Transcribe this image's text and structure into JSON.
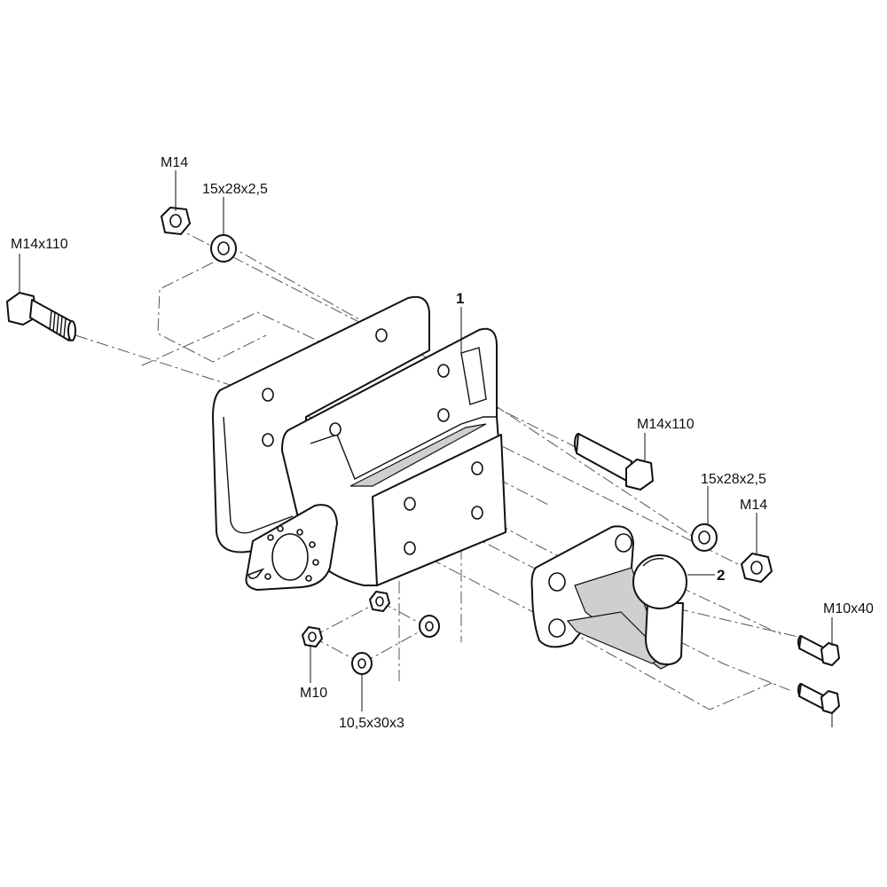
{
  "labels": {
    "bolt_long_left": "M14x110",
    "nut_top": "M14",
    "washer_top": "15x28x2,5",
    "part_1": "1",
    "bolt_long_right": "M14x110",
    "washer_right": "15x28x2,5",
    "nut_right": "M14",
    "part_2": "2",
    "bolt_short_right": "M10x40",
    "nut_bottom": "M10",
    "washer_bottom": "10,5x30x3"
  }
}
